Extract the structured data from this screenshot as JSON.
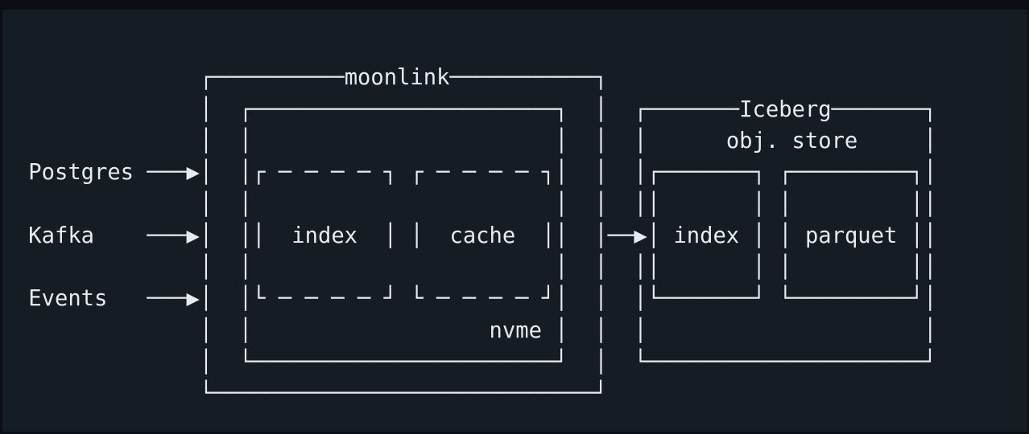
{
  "colors": {
    "frame": "#0b0f15",
    "panel": "#161c24",
    "ink": "#e6eaf1"
  },
  "sources": [
    "Postgres",
    "Kafka",
    "Events"
  ],
  "systems": {
    "moonlink": "moonlink",
    "moonlink_storage": "nvme",
    "moonlink_children": [
      "index",
      "cache"
    ],
    "iceberg": "Iceberg",
    "iceberg_storage": "obj. store",
    "iceberg_children": [
      "index",
      "parquet"
    ]
  },
  "diagram": {
    "grid": {
      "cell_width": 16.35,
      "line_height": 39.3,
      "origin_x": 2.6,
      "origin_y": -1.25
    },
    "segments": [
      {
        "r": 2,
        "c": 15,
        "t": "┌──────────",
        "n": "moonlink-box-border-top-left"
      },
      {
        "r": 2,
        "c": 26,
        "t": "moonlink",
        "n": "moonlink-box-title"
      },
      {
        "r": 2,
        "c": 34,
        "t": "───────────┐",
        "n": "moonlink-box-border-top-right"
      },
      {
        "r": 3,
        "c": 15,
        "t": "│",
        "n": "moonlink-box-border-left"
      },
      {
        "r": 3,
        "c": 18,
        "t": "┌───────────────────────┐",
        "n": "nvme-box-border-top"
      },
      {
        "r": 3,
        "c": 45,
        "t": "│",
        "n": "moonlink-box-border-right"
      },
      {
        "r": 3,
        "c": 48,
        "t": "┌───────",
        "n": "iceberg-box-border-top-left"
      },
      {
        "r": 3,
        "c": 56,
        "t": "Iceberg",
        "n": "iceberg-box-title"
      },
      {
        "r": 3,
        "c": 63,
        "t": "───────┐",
        "n": "iceberg-box-border-top-right"
      },
      {
        "r": 4,
        "c": 15,
        "t": "│",
        "n": "moonlink-box-border-left"
      },
      {
        "r": 4,
        "c": 18,
        "t": "│",
        "n": "nvme-box-border-left"
      },
      {
        "r": 4,
        "c": 42,
        "t": "│",
        "n": "nvme-box-border-right"
      },
      {
        "r": 4,
        "c": 45,
        "t": "│",
        "n": "moonlink-box-border-right"
      },
      {
        "r": 4,
        "c": 48,
        "t": "│",
        "n": "iceberg-box-border-left"
      },
      {
        "r": 4,
        "c": 55,
        "t": "obj. store",
        "n": "iceberg-box-subtitle"
      },
      {
        "r": 4,
        "c": 70,
        "t": "│",
        "n": "iceberg-box-border-right"
      },
      {
        "r": 5,
        "c": 2,
        "t": "Postgres",
        "n": "source-label-postgres"
      },
      {
        "r": 5,
        "c": 11,
        "t": "───▶",
        "n": "arrow-postgres-to-moonlink"
      },
      {
        "r": 5,
        "c": 15,
        "t": "│",
        "n": "moonlink-box-border-left"
      },
      {
        "r": 5,
        "c": 18,
        "t": "│",
        "n": "nvme-box-border-left"
      },
      {
        "r": 5,
        "c": 19,
        "t": "┌ ─ ─ ─ ─ ┐",
        "n": "index-box-border-top"
      },
      {
        "r": 5,
        "c": 31,
        "t": "┌ ─ ─ ─ ─ ┐",
        "n": "cache-box-border-top"
      },
      {
        "r": 5,
        "c": 42,
        "t": "│",
        "n": "nvme-box-border-right"
      },
      {
        "r": 5,
        "c": 45,
        "t": "│",
        "n": "moonlink-box-border-right"
      },
      {
        "r": 5,
        "c": 48,
        "t": "│",
        "n": "iceberg-box-border-left"
      },
      {
        "r": 5,
        "c": 49,
        "t": "┌───────┐",
        "n": "iceberg-index-box-border-top"
      },
      {
        "r": 5,
        "c": 59,
        "t": "┌─────────┐",
        "n": "parquet-box-border-top"
      },
      {
        "r": 5,
        "c": 70,
        "t": "│",
        "n": "iceberg-box-border-right"
      },
      {
        "r": 6,
        "c": 15,
        "t": "│",
        "n": "moonlink-box-border-left"
      },
      {
        "r": 6,
        "c": 18,
        "t": "│",
        "n": "nvme-box-border-left"
      },
      {
        "r": 6,
        "c": 42,
        "t": "│",
        "n": "nvme-box-border-right"
      },
      {
        "r": 6,
        "c": 45,
        "t": "│",
        "n": "moonlink-box-border-right"
      },
      {
        "r": 6,
        "c": 48,
        "t": "│",
        "n": "iceberg-box-border-left"
      },
      {
        "r": 6,
        "c": 49,
        "t": "│",
        "n": "iceberg-index-box-border-left"
      },
      {
        "r": 6,
        "c": 57,
        "t": "│",
        "n": "iceberg-index-box-border-right"
      },
      {
        "r": 6,
        "c": 59,
        "t": "│",
        "n": "parquet-box-border-left"
      },
      {
        "r": 6,
        "c": 69,
        "t": "│",
        "n": "parquet-box-border-right"
      },
      {
        "r": 6,
        "c": 70,
        "t": "│",
        "n": "iceberg-box-border-right"
      },
      {
        "r": 7,
        "c": 2,
        "t": "Kafka",
        "n": "source-label-kafka"
      },
      {
        "r": 7,
        "c": 11,
        "t": "───▶",
        "n": "arrow-kafka-to-moonlink"
      },
      {
        "r": 7,
        "c": 15,
        "t": "│",
        "n": "moonlink-box-border-left"
      },
      {
        "r": 7,
        "c": 18,
        "t": "│",
        "n": "nvme-box-border-left"
      },
      {
        "r": 7,
        "c": 19,
        "t": "│",
        "n": "index-box-border-left"
      },
      {
        "r": 7,
        "c": 22,
        "t": "index",
        "n": "index-box-label"
      },
      {
        "r": 7,
        "c": 29,
        "t": "│",
        "n": "index-box-border-right"
      },
      {
        "r": 7,
        "c": 31,
        "t": "│",
        "n": "cache-box-border-left"
      },
      {
        "r": 7,
        "c": 34,
        "t": "cache",
        "n": "cache-box-label"
      },
      {
        "r": 7,
        "c": 41,
        "t": "│",
        "n": "cache-box-border-right"
      },
      {
        "r": 7,
        "c": 42,
        "t": "│",
        "n": "nvme-box-border-right"
      },
      {
        "r": 7,
        "c": 45,
        "t": "│",
        "n": "moonlink-box-border-right"
      },
      {
        "r": 7,
        "c": 46,
        "t": "──▶",
        "n": "arrow-moonlink-to-iceberg"
      },
      {
        "r": 7,
        "c": 49,
        "t": "│",
        "n": "iceberg-index-box-border-left"
      },
      {
        "r": 7,
        "c": 51,
        "t": "index",
        "n": "iceberg-index-box-label"
      },
      {
        "r": 7,
        "c": 57,
        "t": "│",
        "n": "iceberg-index-box-border-right"
      },
      {
        "r": 7,
        "c": 59,
        "t": "│",
        "n": "parquet-box-border-left"
      },
      {
        "r": 7,
        "c": 61,
        "t": "parquet",
        "n": "parquet-box-label"
      },
      {
        "r": 7,
        "c": 69,
        "t": "│",
        "n": "parquet-box-border-right"
      },
      {
        "r": 7,
        "c": 70,
        "t": "│",
        "n": "iceberg-box-border-right"
      },
      {
        "r": 8,
        "c": 15,
        "t": "│",
        "n": "moonlink-box-border-left"
      },
      {
        "r": 8,
        "c": 18,
        "t": "│",
        "n": "nvme-box-border-left"
      },
      {
        "r": 8,
        "c": 42,
        "t": "│",
        "n": "nvme-box-border-right"
      },
      {
        "r": 8,
        "c": 45,
        "t": "│",
        "n": "moonlink-box-border-right"
      },
      {
        "r": 8,
        "c": 48,
        "t": "│",
        "n": "iceberg-box-border-left"
      },
      {
        "r": 8,
        "c": 49,
        "t": "│",
        "n": "iceberg-index-box-border-left"
      },
      {
        "r": 8,
        "c": 57,
        "t": "│",
        "n": "iceberg-index-box-border-right"
      },
      {
        "r": 8,
        "c": 59,
        "t": "│",
        "n": "parquet-box-border-left"
      },
      {
        "r": 8,
        "c": 69,
        "t": "│",
        "n": "parquet-box-border-right"
      },
      {
        "r": 8,
        "c": 70,
        "t": "│",
        "n": "iceberg-box-border-right"
      },
      {
        "r": 9,
        "c": 2,
        "t": "Events",
        "n": "source-label-events"
      },
      {
        "r": 9,
        "c": 11,
        "t": "───▶",
        "n": "arrow-events-to-moonlink"
      },
      {
        "r": 9,
        "c": 15,
        "t": "│",
        "n": "moonlink-box-border-left"
      },
      {
        "r": 9,
        "c": 18,
        "t": "│",
        "n": "nvme-box-border-left"
      },
      {
        "r": 9,
        "c": 19,
        "t": "└ ─ ─ ─ ─ ┘",
        "n": "index-box-border-bottom"
      },
      {
        "r": 9,
        "c": 31,
        "t": "└ ─ ─ ─ ─ ┘",
        "n": "cache-box-border-bottom"
      },
      {
        "r": 9,
        "c": 42,
        "t": "│",
        "n": "nvme-box-border-right"
      },
      {
        "r": 9,
        "c": 45,
        "t": "│",
        "n": "moonlink-box-border-right"
      },
      {
        "r": 9,
        "c": 48,
        "t": "│",
        "n": "iceberg-box-border-left"
      },
      {
        "r": 9,
        "c": 49,
        "t": "└───────┘",
        "n": "iceberg-index-box-border-bottom"
      },
      {
        "r": 9,
        "c": 59,
        "t": "└─────────┘",
        "n": "parquet-box-border-bottom"
      },
      {
        "r": 9,
        "c": 70,
        "t": "│",
        "n": "iceberg-box-border-right"
      },
      {
        "r": 10,
        "c": 15,
        "t": "│",
        "n": "moonlink-box-border-left"
      },
      {
        "r": 10,
        "c": 18,
        "t": "│",
        "n": "nvme-box-border-left"
      },
      {
        "r": 10,
        "c": 37,
        "t": "nvme",
        "n": "nvme-box-label"
      },
      {
        "r": 10,
        "c": 42,
        "t": "│",
        "n": "nvme-box-border-right"
      },
      {
        "r": 10,
        "c": 45,
        "t": "│",
        "n": "moonlink-box-border-right"
      },
      {
        "r": 10,
        "c": 48,
        "t": "│",
        "n": "iceberg-box-border-left"
      },
      {
        "r": 10,
        "c": 70,
        "t": "│",
        "n": "iceberg-box-border-right"
      },
      {
        "r": 11,
        "c": 15,
        "t": "│",
        "n": "moonlink-box-border-left"
      },
      {
        "r": 11,
        "c": 18,
        "t": "└───────────────────────┘",
        "n": "nvme-box-border-bottom"
      },
      {
        "r": 11,
        "c": 45,
        "t": "│",
        "n": "moonlink-box-border-right"
      },
      {
        "r": 11,
        "c": 48,
        "t": "└─────────────────────┘",
        "n": "iceberg-box-border-bottom"
      },
      {
        "r": 12,
        "c": 15,
        "t": "└─────────────────────────────┘",
        "n": "moonlink-box-border-bottom"
      }
    ]
  }
}
